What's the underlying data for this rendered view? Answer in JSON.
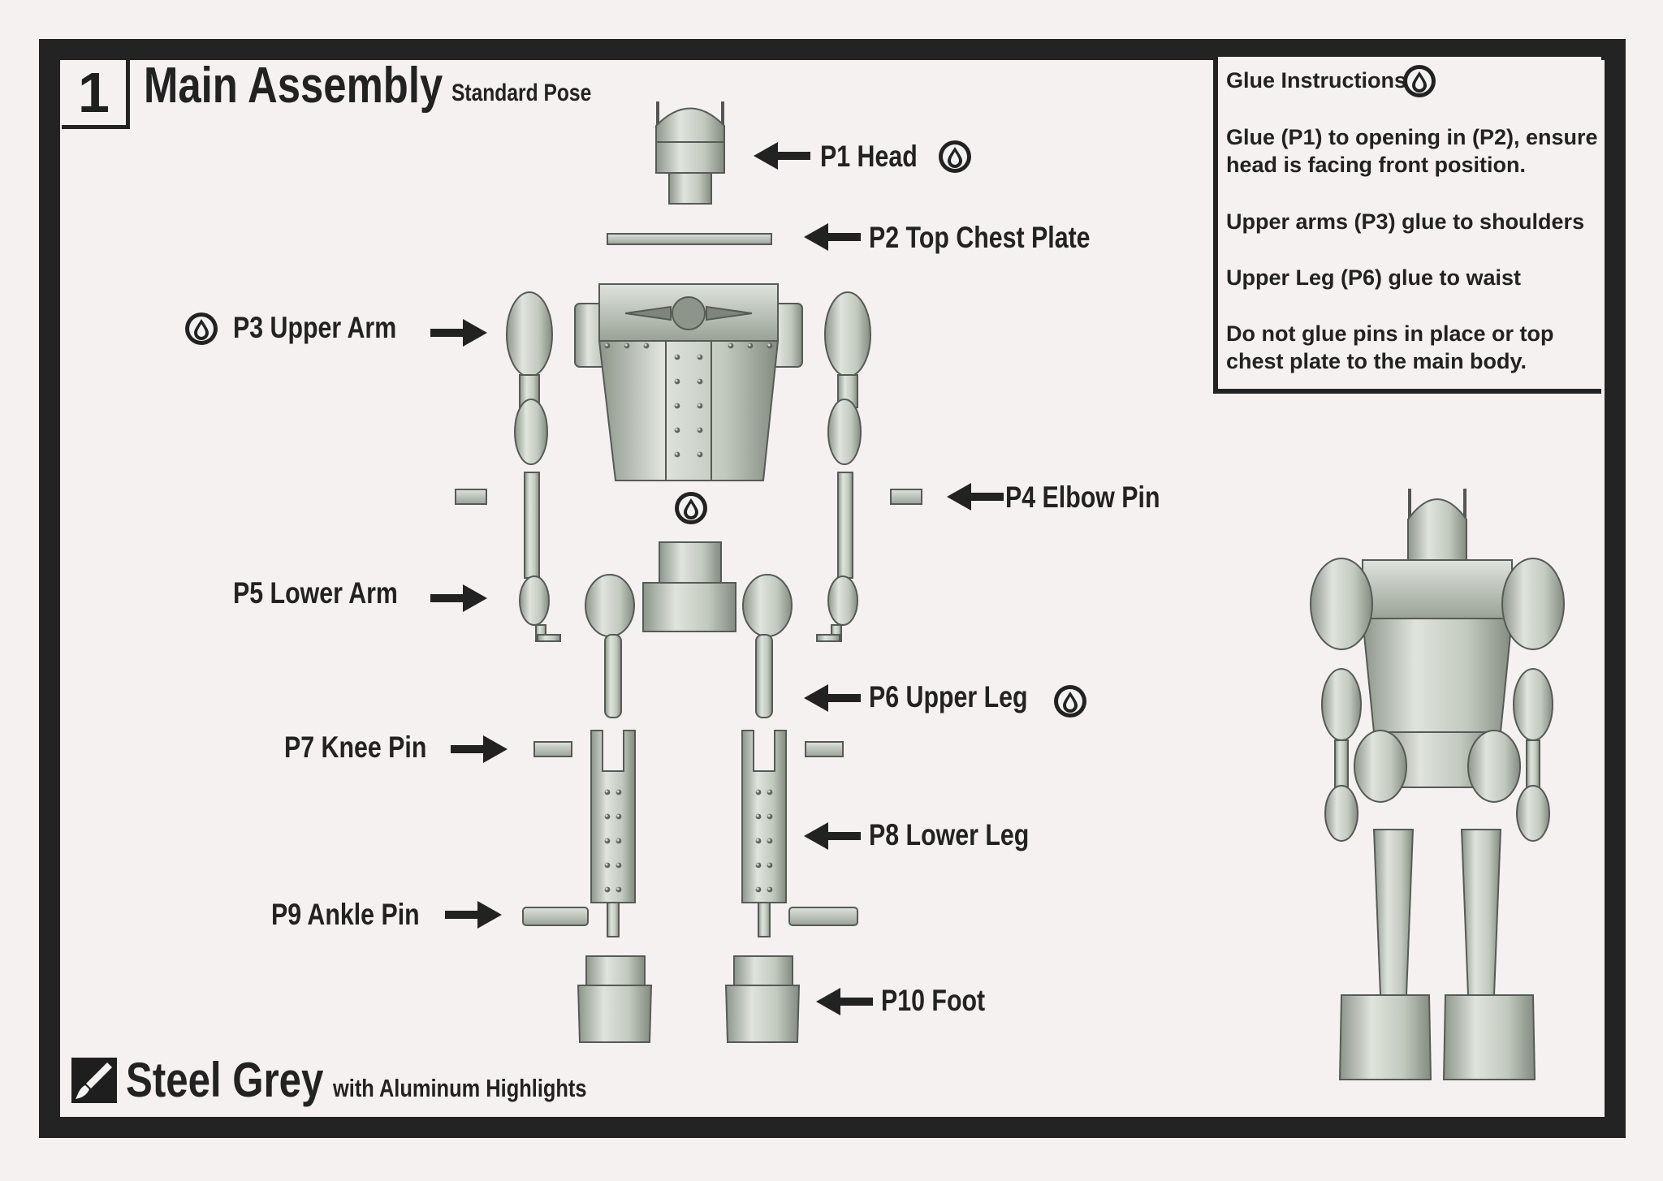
{
  "step": {
    "number": "1",
    "title": "Main Assembly",
    "subtitle": "Standard Pose"
  },
  "parts": {
    "p1": "P1 Head",
    "p2": "P2 Top Chest Plate",
    "p3": "P3 Upper Arm",
    "p4": "P4 Elbow Pin",
    "p5": "P5 Lower Arm",
    "p6": "P6 Upper Leg",
    "p7": "P7 Knee Pin",
    "p8": "P8 Lower Leg",
    "p9": "P9 Ankle Pin",
    "p10": "P10 Foot"
  },
  "glue": {
    "heading": "Glue Instructions:",
    "line1": "Glue (P1) to opening in (P2), ensure head is facing front position.",
    "line2": "Upper arms (P3) glue to shoulders",
    "line3": "Upper Leg (P6) glue to waist",
    "line4": "Do not glue pins in place or top chest plate to the main body."
  },
  "paint": {
    "main": "Steel Grey",
    "sub": "with Aluminum Highlights"
  },
  "colors": {
    "frame": "#232323",
    "part_fill": "#c9d0c6",
    "part_stroke": "#555b55",
    "background": "#f6f1f1"
  },
  "icons": {
    "glue": "glue-drop-icon",
    "paint": "paintbrush-icon",
    "arrow": "arrow-right-icon"
  }
}
